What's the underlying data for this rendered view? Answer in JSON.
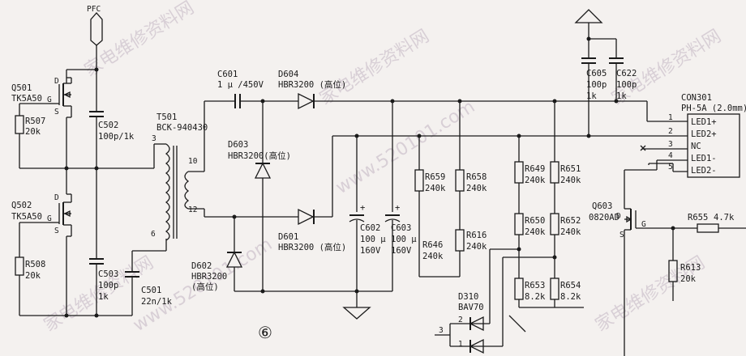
{
  "labels": {
    "pfc": "PFC",
    "q501": "Q501",
    "q501_part": "TK5A50",
    "q501_g": "G",
    "q501_d": "D",
    "q501_s": "S",
    "q502": "Q502",
    "q502_part": "TK5A50",
    "q502_g": "G",
    "q502_d": "D",
    "q502_s": "S",
    "r507": "R507",
    "r507_v": "20k",
    "r508": "R508",
    "r508_v": "20k",
    "c502": "C502",
    "c502_v": "100p/1k",
    "c503": "C503",
    "c503_v1": "100p",
    "c503_v2": "1k",
    "c501": "C501",
    "c501_v": "22n/1k",
    "t501": "T501",
    "t501_part": "BCK-940430",
    "pin3": "3",
    "pin10": "10",
    "pin12": "12",
    "pin6": "6",
    "c601": "C601",
    "c601_v": "1 μ /450V",
    "d604": "D604",
    "d604_v": "HBR3200 (高位)",
    "d603": "D603",
    "d603_v": "HBR3200(高位)",
    "d601": "D601",
    "d601_v": "HBR3200 (高位)",
    "d602": "D602",
    "d602_v1": "HBR3200",
    "d602_v2": "(高位)",
    "c602": "C602",
    "c602_v1": "100 μ",
    "c602_v2": "160V",
    "c602_plus": "+",
    "c603": "C603",
    "c603_v1": "100 μ",
    "c603_v2": "160V",
    "c603_plus": "+",
    "r659": "R659",
    "r659_v": "240k",
    "r658": "R658",
    "r658_v": "240k",
    "r646": "R646",
    "r646_v": "240k",
    "r616": "R616",
    "r616_v": "240k",
    "r649": "R649",
    "r649_v": "240k",
    "r650": "R650",
    "r650_v": "240k",
    "r651": "R651",
    "r651_v": "240k",
    "r652": "R652",
    "r652_v": "240k",
    "r653": "R653",
    "r653_v": "8.2k",
    "r654": "R654",
    "r654_v": "8.2k",
    "c605": "C605",
    "c605_v1": "100p",
    "c605_v2": "1k",
    "c622": "C622",
    "c622_v1": "100p",
    "c622_v2": "1k",
    "con301": "CON301",
    "con301_part": "PH-5A (2.0mm)",
    "con_pins": [
      "1",
      "2",
      "3",
      "4",
      "5"
    ],
    "con_names": [
      "LED1+",
      "LED2+",
      "NC",
      "LED1-",
      "LED2-"
    ],
    "q603": "Q603",
    "q603_part": "0820AD",
    "q603_g": "G",
    "q603_d": "D",
    "q603_s": "S",
    "r655": "R655",
    "r655_v": "4.7k",
    "r613": "R613",
    "r613_v": "20k",
    "d310": "D310",
    "d310_part": "BAV70",
    "d310_p1": "1",
    "d310_p2": "2",
    "d310_p3": "3",
    "marker": "⑥"
  },
  "watermark": {
    "text1": "家电维修资料网",
    "text2": "www.520101.com"
  },
  "colors": {
    "ink": "#1a1a1a",
    "paper": "#f4f1ef",
    "watermark": "#b8a8b8"
  }
}
